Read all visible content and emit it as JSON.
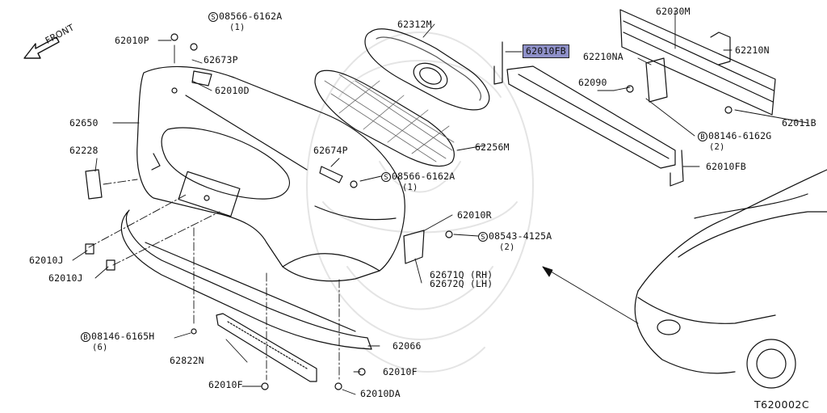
{
  "direction_label": "FRONT",
  "diagram_code": "T620002C",
  "parts": {
    "p62010P": "62010P",
    "p62650": "62650",
    "p62228": "62228",
    "p62010D": "62010D",
    "p62673P": "62673P",
    "p62312M": "62312M",
    "p62256M": "62256M",
    "p62674P": "62674P",
    "p62030M": "62030M",
    "p62210NA": "62210NA",
    "p62210N": "62210N",
    "p62090": "62090",
    "p62011B": "62011B",
    "p62010FB_top": "62010FB",
    "p62010FB_bottom": "62010FB",
    "p62010R": "62010R",
    "p62671Q": "62671Q (RH)",
    "p62672Q": "62672Q (LH)",
    "p62010J_a": "62010J",
    "p62010J_b": "62010J",
    "p62822N": "62822N",
    "p62010F_a": "62010F",
    "p62010F_b": "62010F",
    "p62010DA": "62010DA",
    "p62066": "62066"
  },
  "fasteners": {
    "f1": {
      "mark": "S",
      "number": "08566-6162A",
      "qty": "(1)"
    },
    "f2": {
      "mark": "S",
      "number": "08566-6162A",
      "qty": "(1)"
    },
    "f3": {
      "mark": "S",
      "number": "08543-4125A",
      "qty": "(2)"
    },
    "f4": {
      "mark": "B",
      "number": "08146-6162G",
      "qty": "(2)"
    },
    "f5": {
      "mark": "B",
      "number": "08146-6165H",
      "qty": "(6)"
    }
  }
}
